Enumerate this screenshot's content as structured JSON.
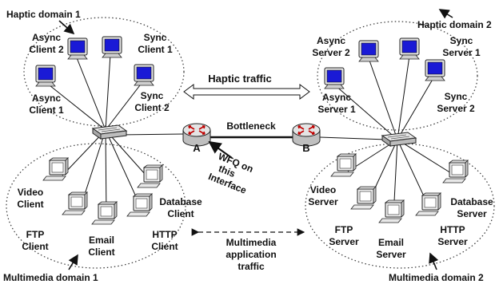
{
  "diagram": {
    "domains": {
      "haptic_1": "Haptic domain 1",
      "haptic_2": "Haptic domain 2",
      "multimedia_1": "Multimedia domain 1",
      "multimedia_2": "Multimedia domain 2"
    },
    "left_haptic_nodes": {
      "async_client_2": [
        "Async",
        "Client 2"
      ],
      "sync_client_1": [
        "Sync",
        "Client 1"
      ],
      "async_client_1": [
        "Async",
        "Client 1"
      ],
      "sync_client_2": [
        "Sync",
        "Client 2"
      ]
    },
    "right_haptic_nodes": {
      "async_server_2": [
        "Async",
        "Server 2"
      ],
      "sync_server_1": [
        "Sync",
        "Server 1"
      ],
      "async_server_1": [
        "Async",
        "Server 1"
      ],
      "sync_server_2": [
        "Sync",
        "Server 2"
      ]
    },
    "left_multimedia_nodes": {
      "video_client": [
        "Video",
        "Client"
      ],
      "ftp_client": [
        "FTP",
        "Client"
      ],
      "email_client": [
        "Email",
        "Client"
      ],
      "http_client": [
        "HTTP",
        "Client"
      ],
      "database_client": [
        "Database",
        "Client"
      ]
    },
    "right_multimedia_nodes": {
      "video_server": [
        "Video",
        "Server"
      ],
      "ftp_server": [
        "FTP",
        "Server"
      ],
      "email_server": [
        "Email",
        "Server"
      ],
      "http_server": [
        "HTTP",
        "Server"
      ],
      "database_server": [
        "Database",
        "Server"
      ]
    },
    "routers": {
      "a": "A",
      "b": "B"
    },
    "link_labels": {
      "bottleneck": "Bottleneck",
      "haptic_traffic": "Haptic traffic",
      "wfq": [
        "WFQ on",
        "this",
        "Interface"
      ],
      "multimedia_traffic": [
        "Multimedia",
        "application",
        "traffic"
      ]
    },
    "colors": {
      "screen": "#1a1ad6",
      "body": "#dcdcdc",
      "outline": "#222222"
    }
  }
}
